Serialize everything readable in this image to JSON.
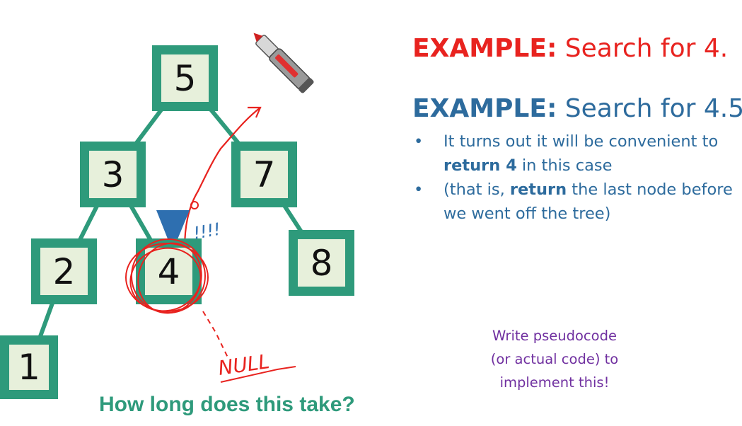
{
  "tree": {
    "nodes": [
      {
        "id": "n5",
        "label": "5"
      },
      {
        "id": "n3",
        "label": "3"
      },
      {
        "id": "n7",
        "label": "7"
      },
      {
        "id": "n2",
        "label": "2"
      },
      {
        "id": "n4",
        "label": "4"
      },
      {
        "id": "n8",
        "label": "8"
      },
      {
        "id": "n1",
        "label": "1"
      }
    ],
    "edges": [
      [
        "n5",
        "n3"
      ],
      [
        "n5",
        "n7"
      ],
      [
        "n3",
        "n2"
      ],
      [
        "n3",
        "n4"
      ],
      [
        "n7",
        "n8"
      ],
      [
        "n2",
        "n1"
      ]
    ]
  },
  "example1": {
    "bold": "EXAMPLE:",
    "rest": " Search for 4."
  },
  "example2": {
    "bold": "EXAMPLE:",
    "rest": " Search for 4.5"
  },
  "bullets": [
    {
      "pre": "It turns out it will be convenient to ",
      "bold": "return 4",
      "post": " in this case"
    },
    {
      "pre": "(that is, ",
      "bold": "return",
      "post": " the last node before we went off the tree)"
    }
  ],
  "bullet_symbol": "•",
  "pseudocode_prompt": [
    "Write pseudocode",
    "(or actual code) to",
    "implement this!"
  ],
  "question": "How long does this take?",
  "annotations": {
    "exclaim": "!!!!",
    "null": "NULL"
  },
  "colors": {
    "node_border": "#2e9a7b",
    "node_fill": "#e7f0db",
    "red": "#e8231f",
    "blue": "#2d6b9d",
    "purple": "#7030a0",
    "arrow_blue": "#2e6fb0"
  },
  "icons": [
    "marker-pen-icon",
    "pointer-triangle-icon"
  ]
}
